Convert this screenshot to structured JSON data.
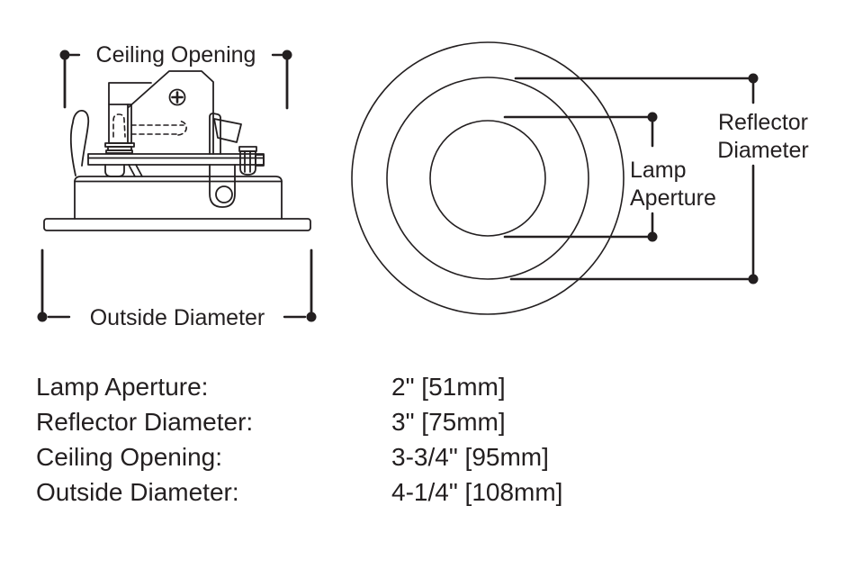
{
  "colors": {
    "ink": "#231f20",
    "background": "#ffffff"
  },
  "side_view": {
    "ceiling_opening_label": "Ceiling Opening",
    "outside_diameter_label": "Outside Diameter"
  },
  "top_view": {
    "lamp_aperture_label": "Lamp\nAperture",
    "reflector_diameter_label": "Reflector\nDiameter"
  },
  "spec_table": {
    "rows": [
      {
        "label": "Lamp Aperture:",
        "value": "2\" [51mm]"
      },
      {
        "label": "Reflector Diameter:",
        "value": "3\" [75mm]"
      },
      {
        "label": "Ceiling Opening:",
        "value": "3-3/4\" [95mm]"
      },
      {
        "label": "Outside Diameter:",
        "value": "4-1/4\" [108mm]"
      }
    ]
  }
}
